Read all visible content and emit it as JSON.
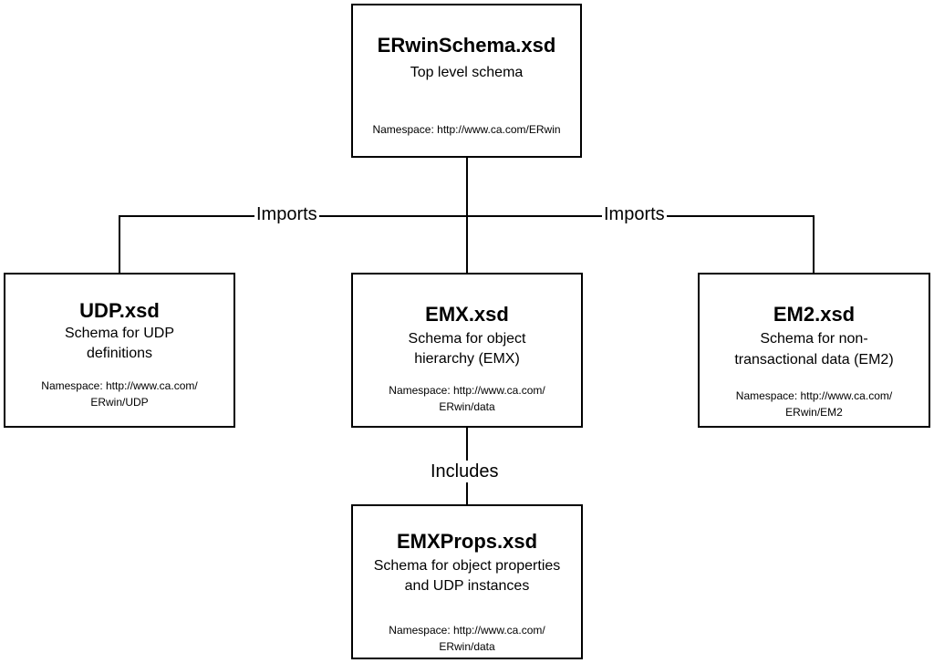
{
  "colors": {
    "line": "#000000",
    "box_fill": "#ffffff",
    "background": "#ffffff"
  },
  "nodes": {
    "erwin": {
      "title": "ERwinSchema.xsd",
      "desc_lines": [
        "Top level schema"
      ],
      "ns_lines": [
        "Namespace: http://www.ca.com/ERwin"
      ]
    },
    "udp": {
      "title": "UDP.xsd",
      "desc_lines": [
        "Schema for UDP",
        "definitions"
      ],
      "ns_lines": [
        "Namespace: http://www.ca.com/",
        "ERwin/UDP"
      ]
    },
    "emx": {
      "title": "EMX.xsd",
      "desc_lines": [
        "Schema for object",
        "hierarchy (EMX)"
      ],
      "ns_lines": [
        "Namespace: http://www.ca.com/",
        "ERwin/data"
      ]
    },
    "em2": {
      "title": "EM2.xsd",
      "desc_lines": [
        "Schema for non-",
        "transactional data (EM2)"
      ],
      "ns_lines": [
        "Namespace: http://www.ca.com/",
        "ERwin/EM2"
      ]
    },
    "emxprops": {
      "title": "EMXProps.xsd",
      "desc_lines": [
        "Schema for object properties",
        "and UDP instances"
      ],
      "ns_lines": [
        "Namespace: http://www.ca.com/",
        "ERwin/data"
      ]
    }
  },
  "edges": {
    "erwin_udp": "Imports",
    "erwin_em2": "Imports",
    "emx_emxprops": "Includes"
  }
}
